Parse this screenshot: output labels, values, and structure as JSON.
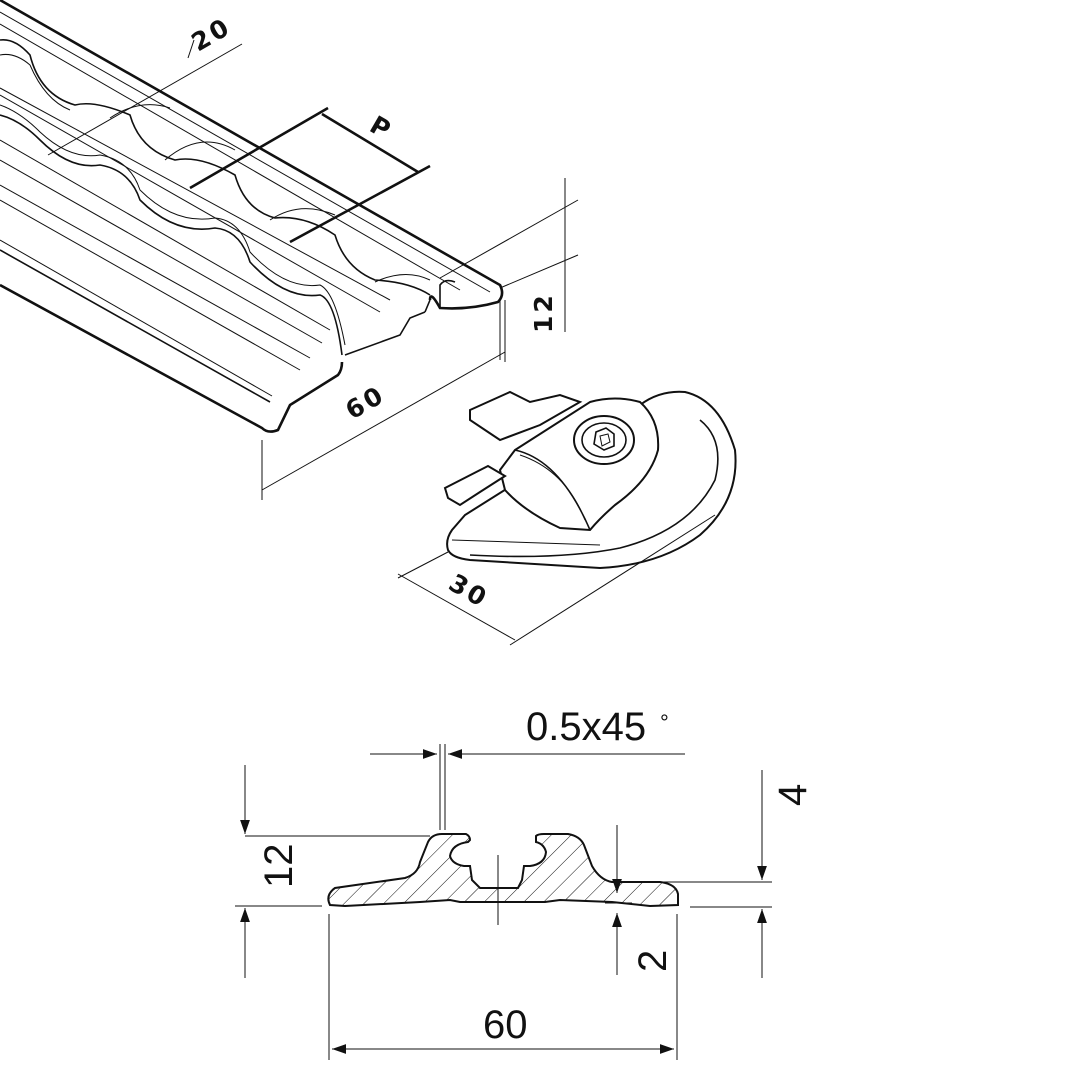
{
  "isometric": {
    "dim_pitch_width": "20",
    "dim_pitch": "P",
    "dim_height": "12",
    "dim_rail_width": "60",
    "dim_endcap_width": "30"
  },
  "section": {
    "dim_chamfer": "0.5x45",
    "dim_chamfer_degree_symbol": "°",
    "dim_height": "12",
    "dim_flange_height": "4",
    "dim_edge_thickness": "2",
    "dim_width": "60"
  },
  "colors": {
    "line": "#111111",
    "background": "#ffffff"
  }
}
